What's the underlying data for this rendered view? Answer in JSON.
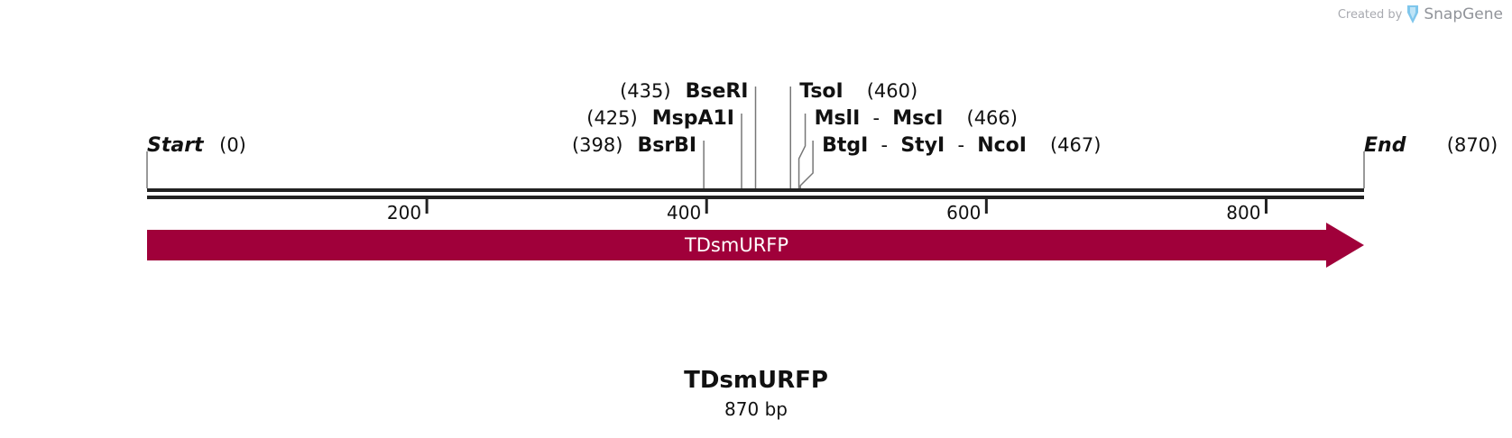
{
  "branding": {
    "created_by": "Created by",
    "app_name": "SnapGene",
    "logo_icon": "snapgene-logo-icon"
  },
  "sequence": {
    "name": "TDsmURFP",
    "length_bp": 870,
    "length_label": "870 bp"
  },
  "map": {
    "start": {
      "label": "Start",
      "pos_label": "(0)",
      "position": 0
    },
    "end": {
      "label": "End",
      "pos_label": "(870)",
      "position": 870
    },
    "ticks": [
      {
        "position": 200,
        "label": "200"
      },
      {
        "position": 400,
        "label": "400"
      },
      {
        "position": 600,
        "label": "600"
      },
      {
        "position": 800,
        "label": "800"
      }
    ],
    "sites": [
      {
        "position": 398,
        "pos_label": "(398)",
        "names": [
          "BsrBI"
        ],
        "number_side": "left"
      },
      {
        "position": 425,
        "pos_label": "(425)",
        "names": [
          "MspA1I"
        ],
        "number_side": "left"
      },
      {
        "position": 435,
        "pos_label": "(435)",
        "names": [
          "BseRI"
        ],
        "number_side": "left"
      },
      {
        "position": 460,
        "pos_label": "(460)",
        "names": [
          "TsoI"
        ],
        "number_side": "right"
      },
      {
        "position": 466,
        "pos_label": "(466)",
        "names": [
          "MslI",
          "MscI"
        ],
        "number_side": "right"
      },
      {
        "position": 467,
        "pos_label": "(467)",
        "names": [
          "BtgI",
          "StyI",
          "NcoI"
        ],
        "number_side": "right"
      }
    ],
    "features": [
      {
        "name": "TDsmURFP",
        "start": 0,
        "end": 870,
        "direction": "forward",
        "color": "#a0003a"
      }
    ],
    "colors": {
      "backbone": "#222222",
      "site_line": "#777777",
      "text": "#111111"
    }
  }
}
